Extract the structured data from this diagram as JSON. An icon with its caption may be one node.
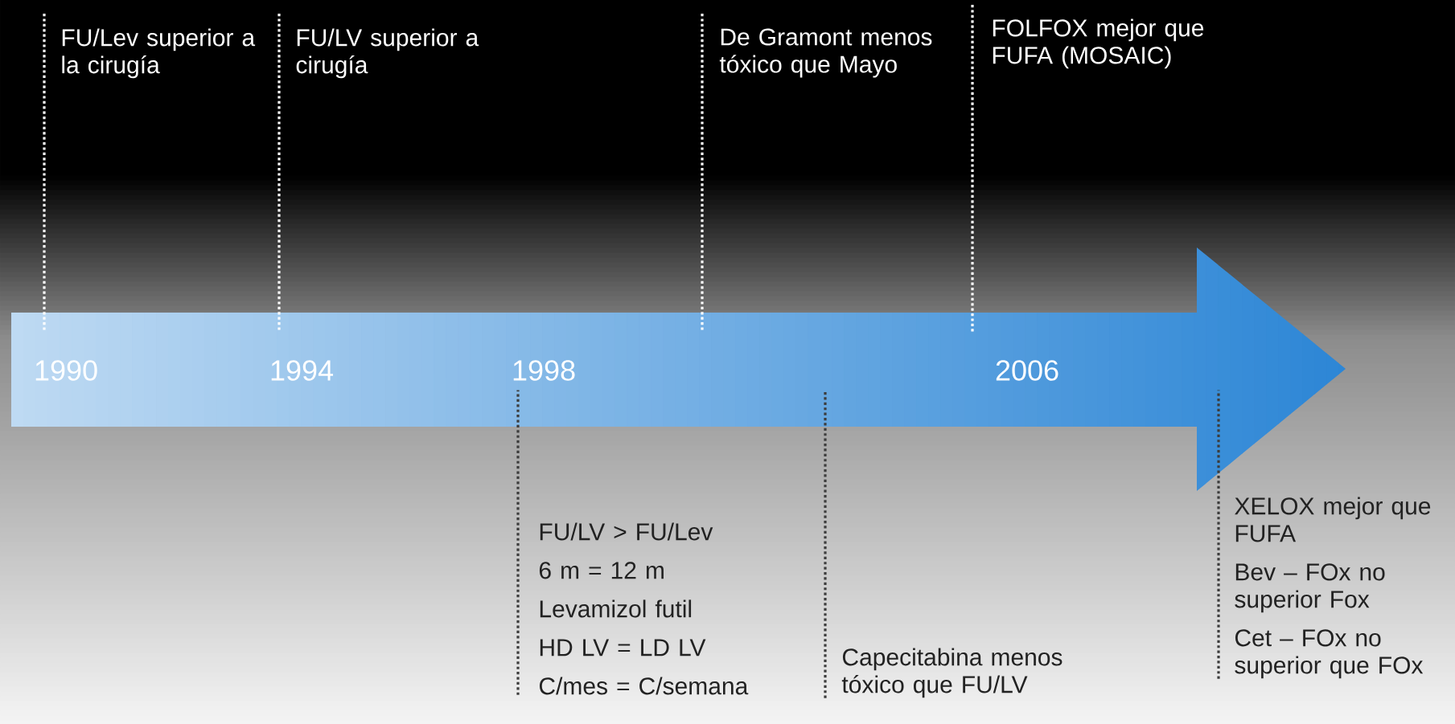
{
  "diagram": {
    "nodes": [
      {
        "text": [
          "FU/Lev superior a la cirugía"
        ]
      },
      {
        "text": [
          "FU/LV superior a cirugía"
        ]
      },
      {
        "text": [
          "De Gramont menos tóxico que Mayo"
        ]
      },
      {
        "text": [
          "FOLFOX mejor que FUFA (MOSAIC)"
        ]
      },
      {
        "text": [],
        "shape": "arrow"
      },
      {
        "text": [
          "1990"
        ],
        "in": 4
      },
      {
        "text": [
          "1994"
        ],
        "in": 4
      },
      {
        "text": [
          "1998"
        ],
        "in": 4
      },
      {
        "text": [
          "2006"
        ],
        "in": 4
      },
      {
        "text": [
          "FU/LV > FU/Lev",
          "6 m = 12 m",
          "Levamizol futil",
          "HD LV = LD LV",
          "C/mes = C/semana"
        ]
      },
      {
        "text": [
          "Capecitabina menos tóxico que FU/LV"
        ]
      },
      {
        "text": [
          "XELOX mejor que FUFA",
          "Bev – FOx no superior Fox",
          "Cet – FOx no superior que FOx"
        ]
      }
    ],
    "edges": [
      {
        "from": 0,
        "to": 4,
        "arrow": "none",
        "style": "dashed"
      },
      {
        "from": 1,
        "to": 4,
        "arrow": "none",
        "style": "dashed"
      },
      {
        "from": 2,
        "to": 4,
        "arrow": "none",
        "style": "dashed"
      },
      {
        "from": 3,
        "to": 4,
        "arrow": "none",
        "style": "dashed"
      },
      {
        "from": 9,
        "to": 4,
        "arrow": "none",
        "style": "dashed",
        "color": "#3c3c3c"
      },
      {
        "from": 10,
        "to": 4,
        "arrow": "none",
        "style": "dashed",
        "color": "#3c3c3c"
      },
      {
        "from": 11,
        "to": 4,
        "arrow": "none",
        "style": "dashed",
        "color": "#3c3c3c"
      }
    ]
  }
}
